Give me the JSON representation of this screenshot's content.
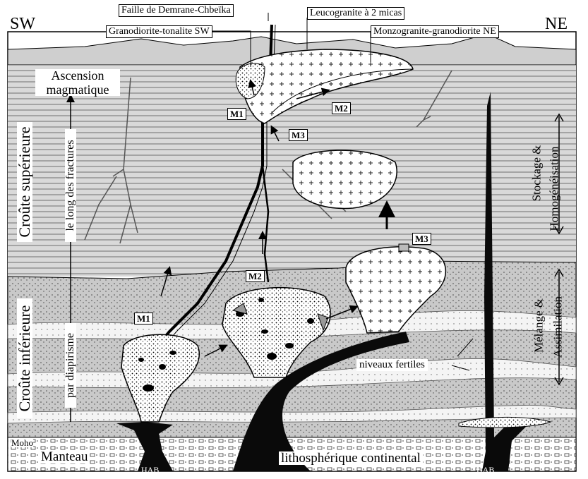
{
  "header": {
    "sw": "SW",
    "ne": "NE",
    "fault": "Faille de Demrane-Chbeïka",
    "granodiorite_sw": "Granodiorite-tonalite SW",
    "leucogranite": "Leucogranite à 2 micas",
    "monzogranite": "Monzogranite-granodiorite NE"
  },
  "left_labels": {
    "ascension_line1": "Ascension",
    "ascension_line2": "magmatique",
    "upper_crust": "Croûte supérieure",
    "along_fractures": "le long des fractures",
    "lower_crust": "Croûte inférieure",
    "diapirism": "par diapirisme",
    "moho": "Moho"
  },
  "right_labels": {
    "storage": "Stockage  &",
    "homogenisation": "Homogénéisation",
    "mixing": "Mélange  &",
    "assimilation": "Assimilation",
    "fertile_levels": "niveaux fertiles"
  },
  "mantle": {
    "manteau": "Manteau",
    "litho": "lithosphérique continental",
    "hab_left": "HAB",
    "hab_right": "HAB"
  },
  "magma_tags": {
    "m1_top": "M1",
    "m2_top": "M2",
    "m3_top": "M3",
    "m3_mid": "M3",
    "m2_mid": "M2",
    "m1_low": "M1"
  },
  "colors": {
    "sky_gray": "#cfcfcf",
    "upper_crust_gray": "#d9d9d9",
    "lower_crust_gray": "#c9c9c9",
    "fertile_white": "#ffffff",
    "basalt_black": "#0a0a0a"
  }
}
